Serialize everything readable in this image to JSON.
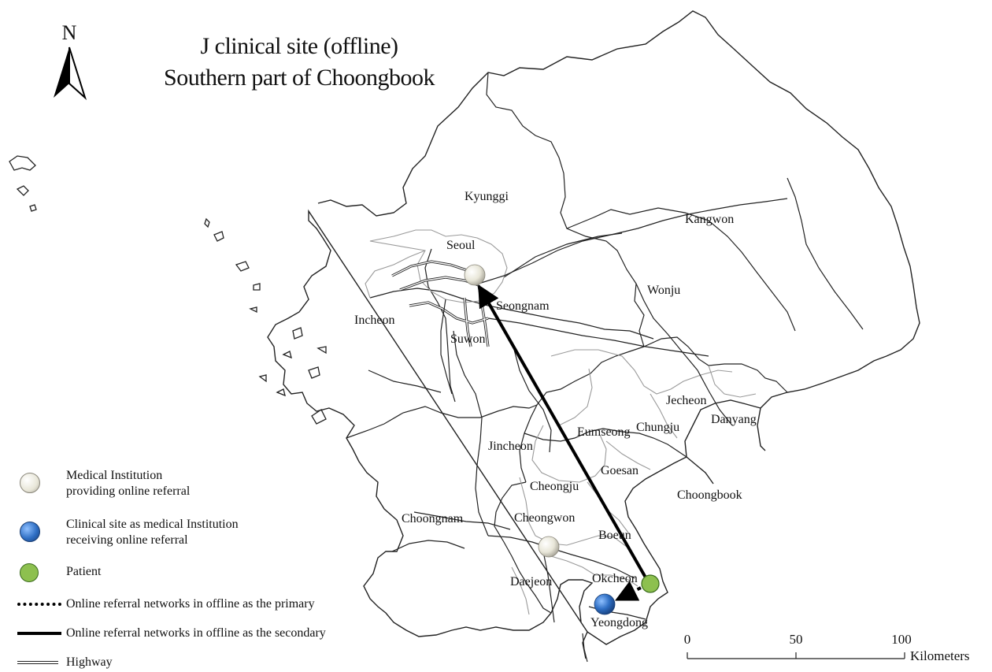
{
  "map": {
    "title_line1": "J clinical site (offline)",
    "title_line2": "Southern part of Choongbook",
    "north_label": "N",
    "place_labels": {
      "kyunggi": "Kyunggi",
      "kangwon": "Kangwon",
      "seoul": "Seoul",
      "wonju": "Wonju",
      "seongnam": "Seongnam",
      "incheon": "Incheon",
      "suwon": "Suwon",
      "jecheon": "Jecheon",
      "chungju": "Chungju",
      "danyang": "Danyang",
      "eumseong": "Eumseong",
      "jincheon": "Jincheon",
      "goesan": "Goesan",
      "cheongju": "Cheongju",
      "choongbook": "Choongbook",
      "choongnam": "Choongnam",
      "cheongwon": "Cheongwon",
      "boeun": "Boeun",
      "daejeon": "Daejeon",
      "okcheon": "Okcheon",
      "yeongdong": "Yeongdong"
    },
    "scale_bar": {
      "ticks": [
        "0",
        "50",
        "100"
      ],
      "unit": "Kilometers"
    },
    "colors": {
      "medical_institution": "#e8e6d8",
      "clinical_site": "#2f6fc4",
      "patient": "#8dc04f",
      "boundary": "#222222",
      "inner_boundary": "#9a9a9a"
    }
  },
  "legend": {
    "medical_line1": "Medical Institution",
    "medical_line2": "providing online referral",
    "clinical_line1": "Clinical site as medical Institution",
    "clinical_line2": "receiving online referral",
    "patient": "Patient",
    "primary": "Online referral networks in offline as the primary",
    "secondary": "Online referral networks in offline as the secondary",
    "highway": "Highway"
  }
}
